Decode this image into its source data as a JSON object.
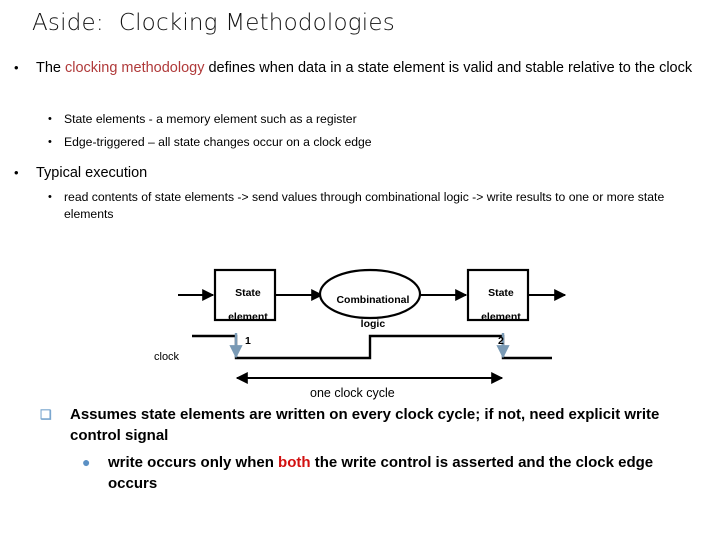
{
  "slide": {
    "title": "Aside:  Clocking Methodologies"
  },
  "bullets": {
    "b1_mark": "•",
    "b1_pre": "The ",
    "b1_red": "clocking methodology",
    "b1_post": " defines when data in a state element is valid and stable relative to the clock",
    "b1a_mark": "•",
    "b1a_text": "State elements -  a memory element such as a register",
    "b1b_mark": "•",
    "b1b_text": "Edge-triggered – all state changes occur on a clock edge",
    "b2_mark": "•",
    "b2_text": "Typical execution",
    "b2a_mark": "•",
    "b2a_text": "read contents of state elements -> send values through combinational logic -> write results to one or more state elements",
    "b3_mark": "❑",
    "b3_text": "Assumes state elements are written on every clock cycle; if not, need explicit write control signal",
    "b3a_mark": "●",
    "b3a_pre": "write occurs only when ",
    "b3a_red": "both",
    "b3a_post": " the write control is asserted and the clock edge occurs"
  },
  "diagram": {
    "box1_line1": "State",
    "box1_line2": "element",
    "box1_line3": "1",
    "ellipse_line1": "Combinational",
    "ellipse_line2": "logic",
    "box2_line1": "State",
    "box2_line2": "element",
    "box2_line3": "2",
    "clock_label": "clock",
    "cycle_label": "one clock cycle",
    "edge_arrow_color": "#7a9ab5",
    "line_color": "#000000"
  }
}
